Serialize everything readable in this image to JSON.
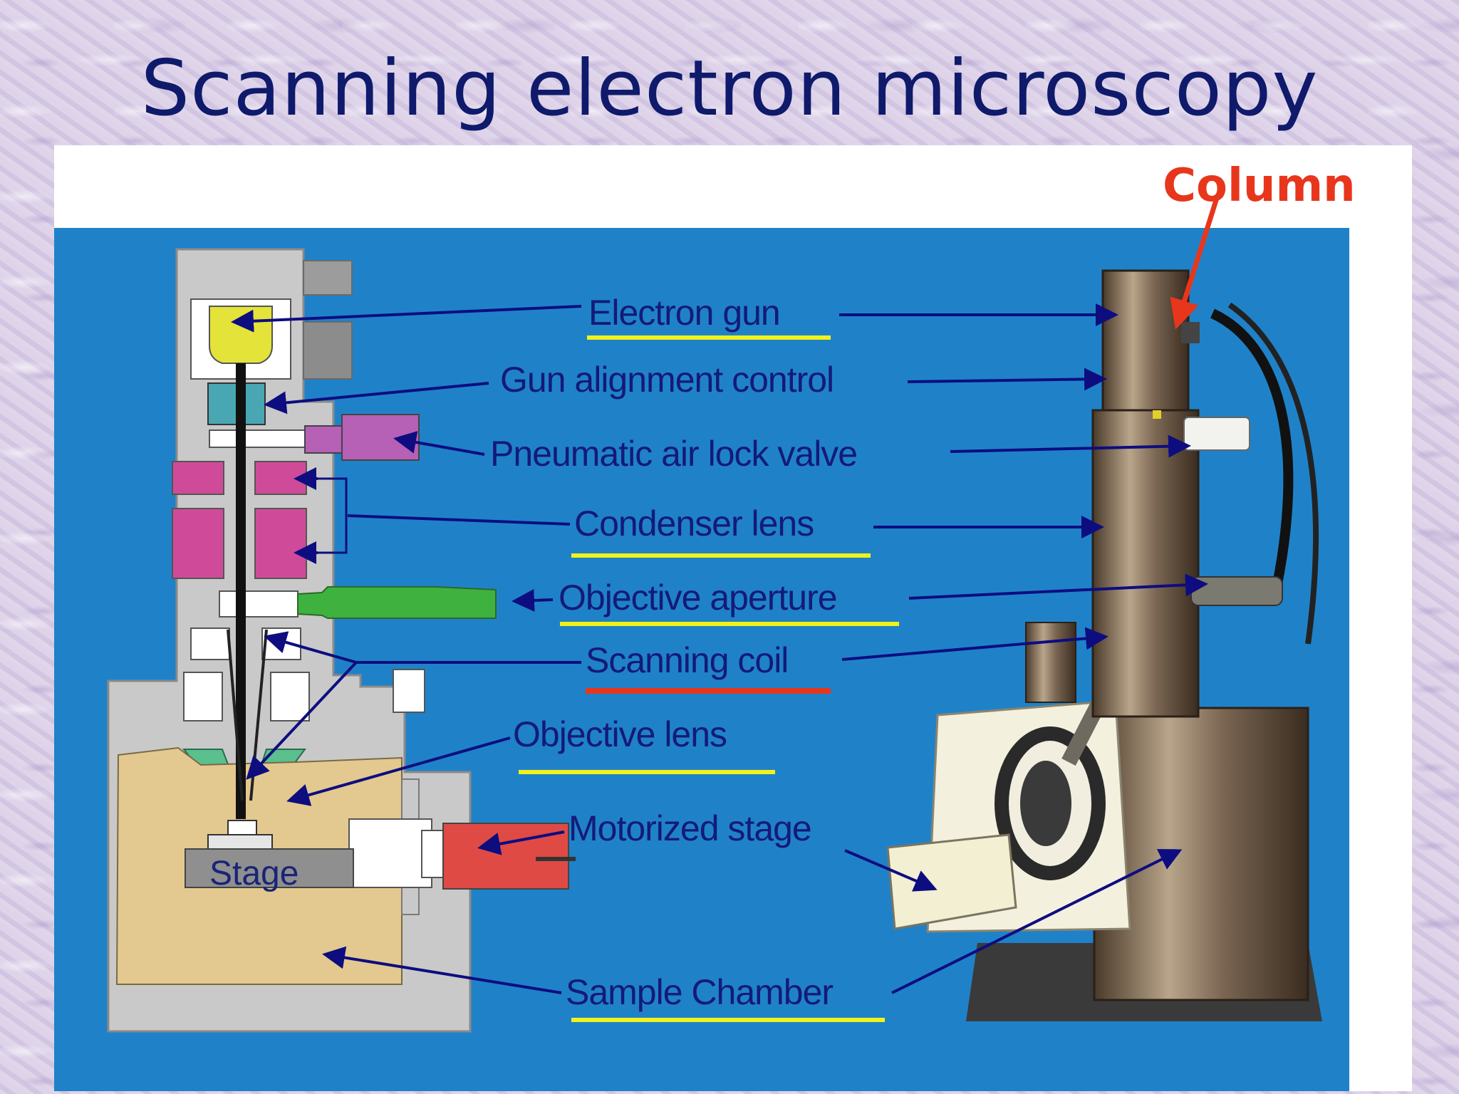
{
  "title": "Scanning electron microscopy",
  "column_label": "Column",
  "labels": {
    "electron_gun": "Electron gun",
    "gun_alignment": "Gun alignment control",
    "air_lock": "Pneumatic air lock valve",
    "condenser": "Condenser lens",
    "objective_aperture": "Objective aperture",
    "scanning_coil": "Scanning coil",
    "objective_lens": "Objective lens",
    "motorized_stage": "Motorized stage",
    "sample_chamber": "Sample Chamber",
    "stage": "Stage"
  },
  "colors": {
    "background_blue": "#1f82c8",
    "title": "#0f1a6b",
    "label": "#141a78",
    "arrow": "#0d0d80",
    "underline_yellow": "#f2f21a",
    "underline_red": "#e8361c",
    "column_red": "#e8361c"
  }
}
